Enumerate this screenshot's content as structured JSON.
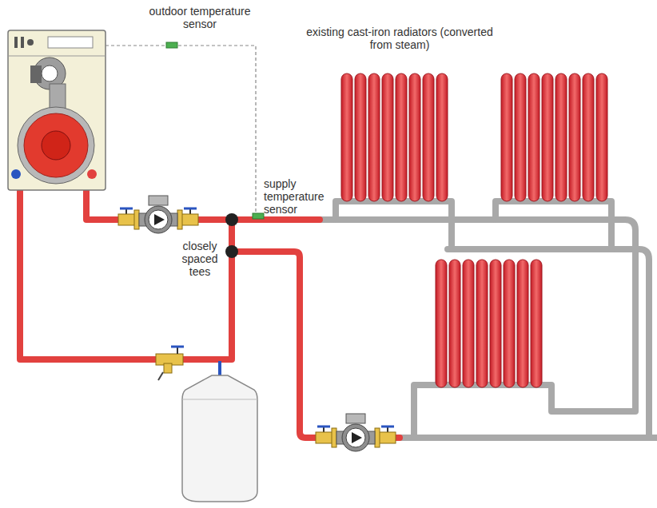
{
  "diagram": {
    "labels": [
      "outdoor temperature sensor",
      "existing cast-iron radiators (converted from steam)",
      "supply temperature sensor",
      "closely spaced tees"
    ]
  }
}
